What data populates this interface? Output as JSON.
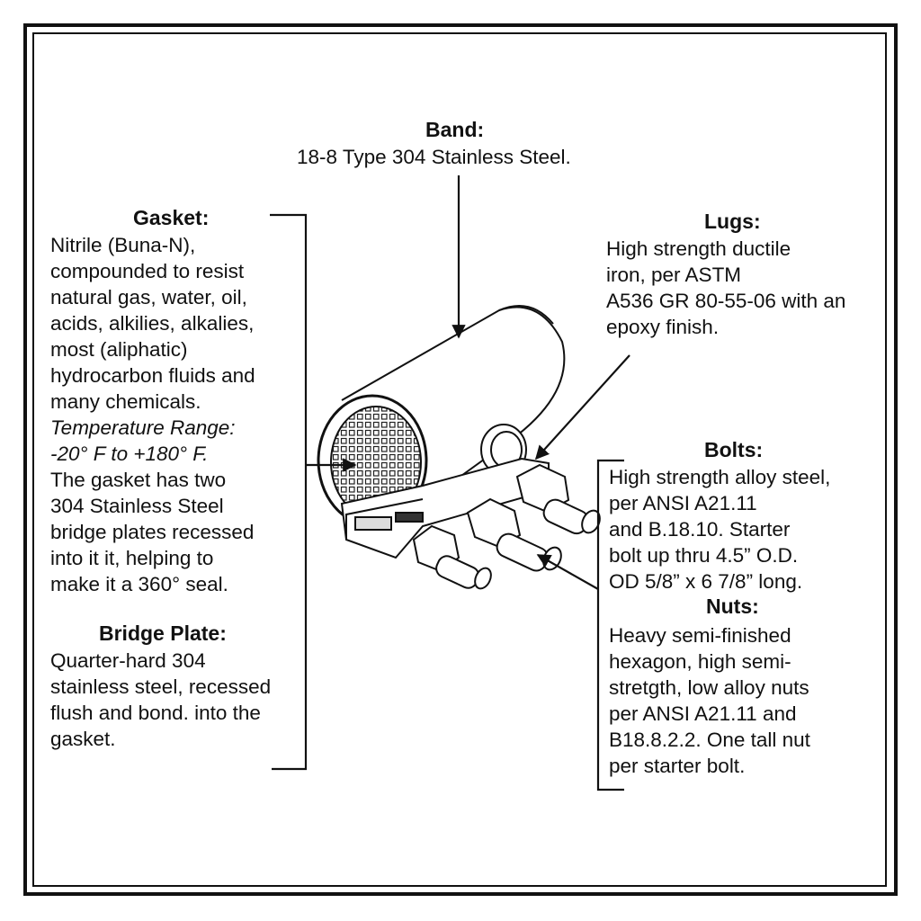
{
  "band": {
    "heading": "Band:",
    "line1": "18-8 Type 304 Stainless Steel."
  },
  "gasket": {
    "heading": "Gasket:",
    "lines": [
      "Nitrile (Buna-N),",
      "compounded to resist",
      "natural gas, water, oil,",
      "acids, alkilies, alkalies,",
      "most (aliphatic)",
      "hydrocarbon fluids and",
      "many chemicals."
    ],
    "temp_lines": [
      "Temperature Range:",
      "-20°  F to +180° F."
    ],
    "more_lines": [
      "The gasket has two",
      "304 Stainless Steel",
      "bridge plates recessed",
      "into it it, helping to",
      "make it a 360° seal."
    ]
  },
  "bridge_plate": {
    "heading": "Bridge Plate:",
    "lines": [
      "Quarter-hard 304",
      "stainless steel, recessed",
      "flush and bond. into the",
      "gasket."
    ]
  },
  "lugs": {
    "heading": "Lugs:",
    "lines": [
      "High strength ductile",
      "iron, per ASTM",
      "A536 GR 80-55-06 with an",
      "epoxy finish."
    ]
  },
  "bolts": {
    "heading": "Bolts:",
    "lines": [
      "High strength alloy steel,",
      "per ANSI A21.11",
      "and B.18.10. Starter",
      "bolt up thru 4.5” O.D.",
      "OD 5/8” x 6 7/8” long."
    ]
  },
  "nuts": {
    "heading": "Nuts:",
    "lines": [
      "Heavy semi-finished",
      "hexagon, high semi-",
      "stretgth, low alloy nuts",
      "per ANSI A21.11 and",
      "B18.8.2.2. One tall nut",
      "per starter bolt."
    ]
  }
}
